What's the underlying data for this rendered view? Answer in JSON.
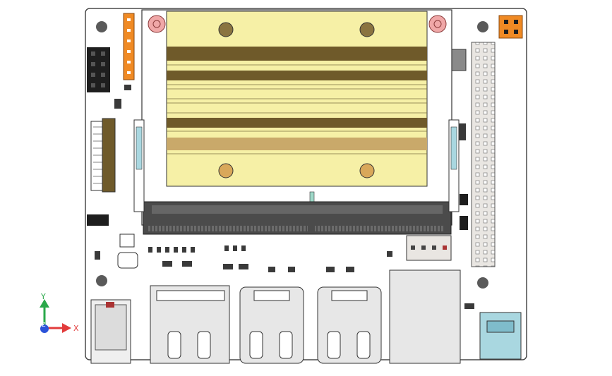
{
  "window": {
    "title": ""
  },
  "viewport": {
    "background": "#ffffff",
    "model": "carrier-board-with-som-heatsink",
    "colors": {
      "pcb": "#ffffff",
      "pcb_edge": "#4a4a4a",
      "heatsink_light": "#f6f0a6",
      "heatsink_dark": "#6f5a2a",
      "heatsink_bronze": "#c9a96a",
      "connector_dark": "#4b4b4b",
      "header_orange": "#f08a24",
      "header_gray": "#e9e6e2",
      "usb_gray": "#e7e7e7",
      "usbc_blue": "#a9d7e0",
      "standoff_pink": "#f0a8a8"
    }
  },
  "triad": {
    "x_label": "X",
    "y_label": "Y",
    "z_label": "Z",
    "x_color": "#e23b3b",
    "y_color": "#2aa84a",
    "z_color": "#2b53d9"
  }
}
